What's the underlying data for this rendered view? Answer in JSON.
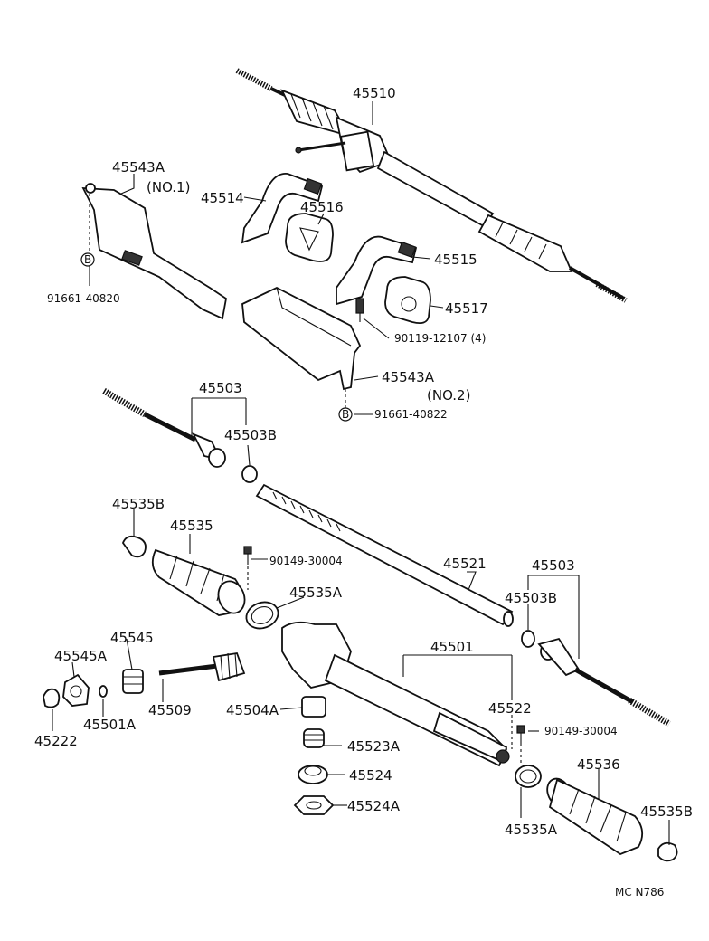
{
  "markers": [
    "B",
    "B"
  ],
  "labels": {
    "l45510": "45510",
    "l45543a_1": "45543A",
    "no1": "(NO.1)",
    "l45514": "45514",
    "l45516": "45516",
    "l45515": "45515",
    "l45517": "45517",
    "l91661_40820": "91661-40820",
    "l90119_12107": "90119-12107 (4)",
    "l45543a_2": "45543A",
    "no2": "(NO.2)",
    "l91661_40822": "91661-40822",
    "l45503_left": "45503",
    "l45503b_left": "45503B",
    "l45535b_left": "45535B",
    "l45535": "45535",
    "l90149_top": "90149-30004",
    "l45521": "45521",
    "l45503_right": "45503",
    "l45535a_top": "45535A",
    "l45503b_right": "45503B",
    "l45545": "45545",
    "l45501": "45501",
    "l45545a": "45545A",
    "l45522": "45522",
    "l45504a": "45504A",
    "l45509": "45509",
    "l45501a": "45501A",
    "l90149_bottom": "90149-30004",
    "l45222": "45222",
    "l45523a": "45523A",
    "l45536": "45536",
    "l45524": "45524",
    "l45524a": "45524A",
    "l45535b_right": "45535B",
    "l45535a_bottom": "45535A",
    "figure_code": "MC N786"
  }
}
